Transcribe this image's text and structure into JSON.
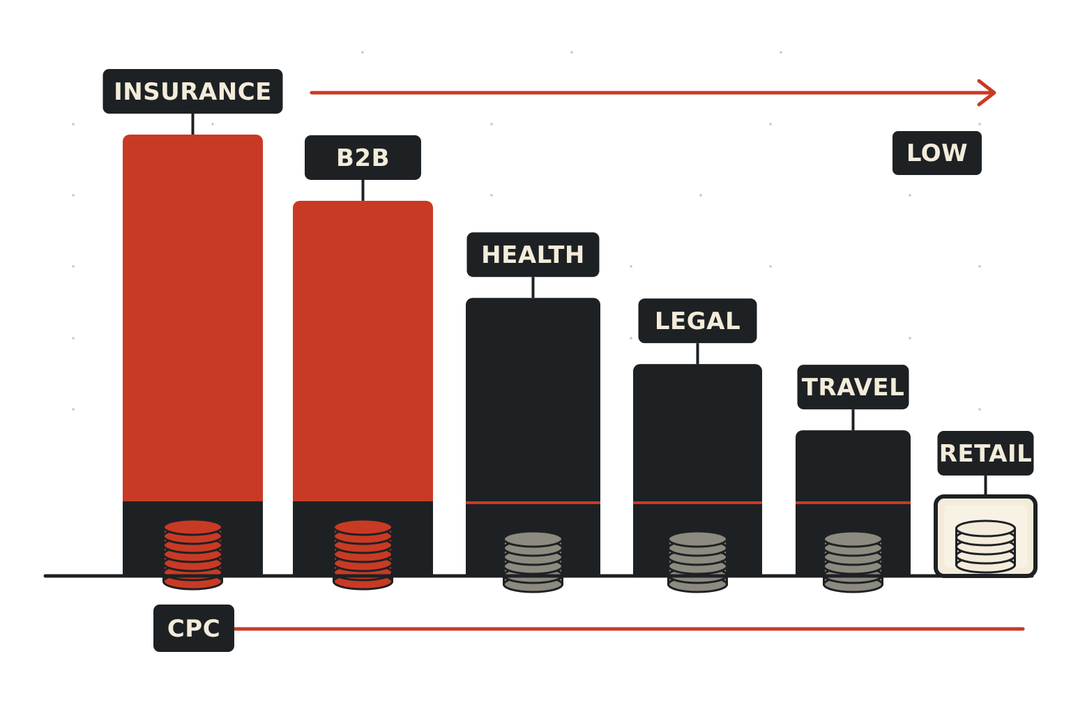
{
  "chart_data": {
    "type": "bar",
    "categories": [
      "INSURANCE",
      "B2B",
      "HEALTH",
      "LEGAL",
      "TRAVEL",
      "RETAIL"
    ],
    "values": [
      10,
      8.5,
      6.3,
      4.8,
      3.3,
      1.8
    ],
    "highlight": [
      true,
      true,
      false,
      false,
      false,
      false
    ],
    "axis_label": "CPC",
    "direction_label": "LOW",
    "grid": false,
    "colors": {
      "high": "#c93a24",
      "normal": "#1e2124",
      "lowest": "#f3ecda",
      "coin_high": "#c93a24",
      "coin_normal": "#8d8a80",
      "coin_lowest": "#f3ecda",
      "label_bg": "#1e2124",
      "label_text": "#f3ecda",
      "arrow": "#c93a24"
    }
  }
}
